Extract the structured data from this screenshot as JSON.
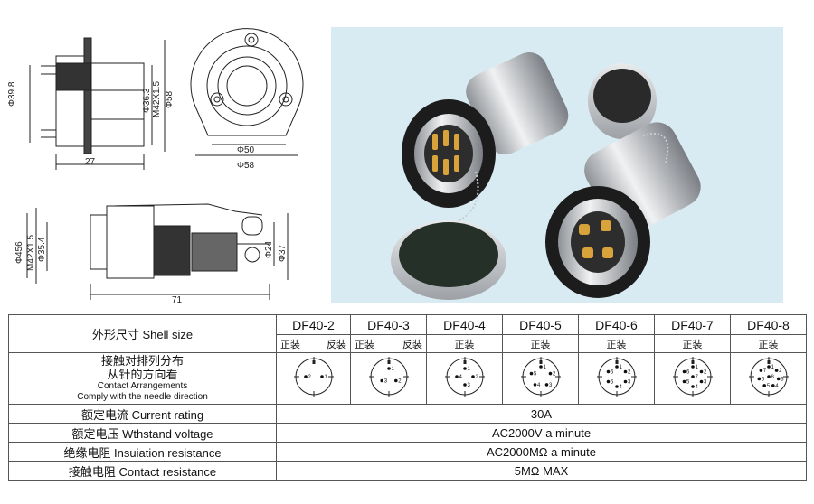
{
  "drawing": {
    "top_labels": {
      "d398": "Φ39.8",
      "d363": "Φ36.3",
      "m42": "M42X1.5",
      "d58v": "Φ58",
      "w27": "27"
    },
    "flange_labels": {
      "d50": "Φ50",
      "d58": "Φ58"
    },
    "side_labels": {
      "d456": "Φ456",
      "m42": "M42X1.5",
      "d354": "Φ35.4",
      "d24": "Φ24",
      "d37": "Φ37",
      "w71": "71"
    }
  },
  "table": {
    "shell_size_label": "外形尺寸 Shell size",
    "models": [
      "DF40-2",
      "DF40-3",
      "DF40-4",
      "DF40-5",
      "DF40-6",
      "DF40-7",
      "DF40-8"
    ],
    "mount_normal": "正装",
    "mount_reverse": "反装",
    "arrangement_label_cn1": "接触对排列分布",
    "arrangement_label_cn2": "从针的方向看",
    "arrangement_label_en1": "Contact Arrangements",
    "arrangement_label_en2": "Comply with the needle direction",
    "pin_counts": [
      2,
      3,
      4,
      5,
      6,
      7,
      8
    ],
    "rows": [
      {
        "label": "额定电流 Current rating",
        "value": "30A"
      },
      {
        "label": "额定电压 Wthstand voltage",
        "value": "AC2000V a minute"
      },
      {
        "label": "绝缘电阻 Insuiation resistance",
        "value": "AC2000MΩ  a minute"
      },
      {
        "label": "接触电阻 Contact resistance",
        "value": "5MΩ  MAX"
      }
    ]
  },
  "colors": {
    "border": "#555555",
    "photo_bg": "#d8ebf3",
    "metal": "#c9ccd0",
    "gold": "#d8a33a"
  }
}
